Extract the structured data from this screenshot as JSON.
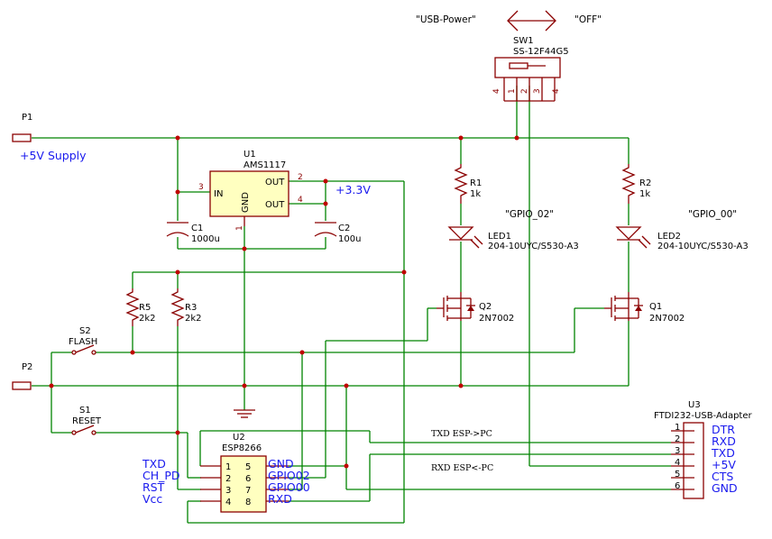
{
  "switch": {
    "label_left": "\"USB-Power\"",
    "label_right": "\"OFF\"",
    "ref": "SW1",
    "value": "SS-12F44G5",
    "pins": [
      "4",
      "1",
      "2",
      "3",
      "4"
    ]
  },
  "connectors": {
    "p1_ref": "P1",
    "p1_net": "+5V Supply",
    "p2_ref": "P2"
  },
  "regulator": {
    "ref": "U1",
    "value": "AMS1117",
    "pin_in": "IN",
    "pin_out1": "OUT",
    "pin_out2": "OUT",
    "pin_gnd": "GND",
    "num_in": "3",
    "num_out1": "2",
    "num_out2": "4",
    "num_gnd": "1",
    "net_out": "+3.3V"
  },
  "capacitors": {
    "c1_ref": "C1",
    "c1_val": "1000u",
    "c2_ref": "C2",
    "c2_val": "100u"
  },
  "resistors": {
    "r1_ref": "R1",
    "r1_val": "1k",
    "r2_ref": "R2",
    "r2_val": "1k",
    "r3_ref": "R3",
    "r3_val": "2k2",
    "r5_ref": "R5",
    "r5_val": "2k2"
  },
  "leds": {
    "led1_ref": "LED1",
    "led1_val": "204-10UYC/S530-A3",
    "led1_net": "\"GPIO_02\"",
    "led2_ref": "LED2",
    "led2_val": "204-10UYC/S530-A3",
    "led2_net": "\"GPIO_00\""
  },
  "transistors": {
    "q1_ref": "Q1",
    "q1_val": "2N7002",
    "q2_ref": "Q2",
    "q2_val": "2N7002"
  },
  "buttons": {
    "s1_ref": "S1",
    "s1_val": "RESET",
    "s2_ref": "S2",
    "s2_val": "FLASH"
  },
  "esp": {
    "ref": "U2",
    "value": "ESP8266",
    "left_labels": [
      "TXD",
      "CH_PD",
      "RST",
      "Vcc"
    ],
    "left_nums": [
      "1",
      "2",
      "3",
      "4"
    ],
    "right_nums": [
      "5",
      "6",
      "7",
      "8"
    ],
    "right_labels": [
      "GND",
      "GPIO02",
      "GPIO00",
      "RXD"
    ]
  },
  "ftdi": {
    "ref": "U3",
    "value": "FTDI232-USB-Adapter",
    "nums": [
      "1",
      "2",
      "3",
      "4",
      "5",
      "6"
    ],
    "labels": [
      "DTR",
      "RXD",
      "TXD",
      "+5V",
      "CTS",
      "GND"
    ]
  },
  "notes": {
    "txd": "TXD ESP->PC",
    "rxd": "RXD ESP<-PC"
  },
  "colors": {
    "wire": "#008400",
    "component": "#8b0000",
    "junction": "#c00000",
    "net_label": "#1a1aee",
    "ic_fill": "#ffffc0"
  }
}
